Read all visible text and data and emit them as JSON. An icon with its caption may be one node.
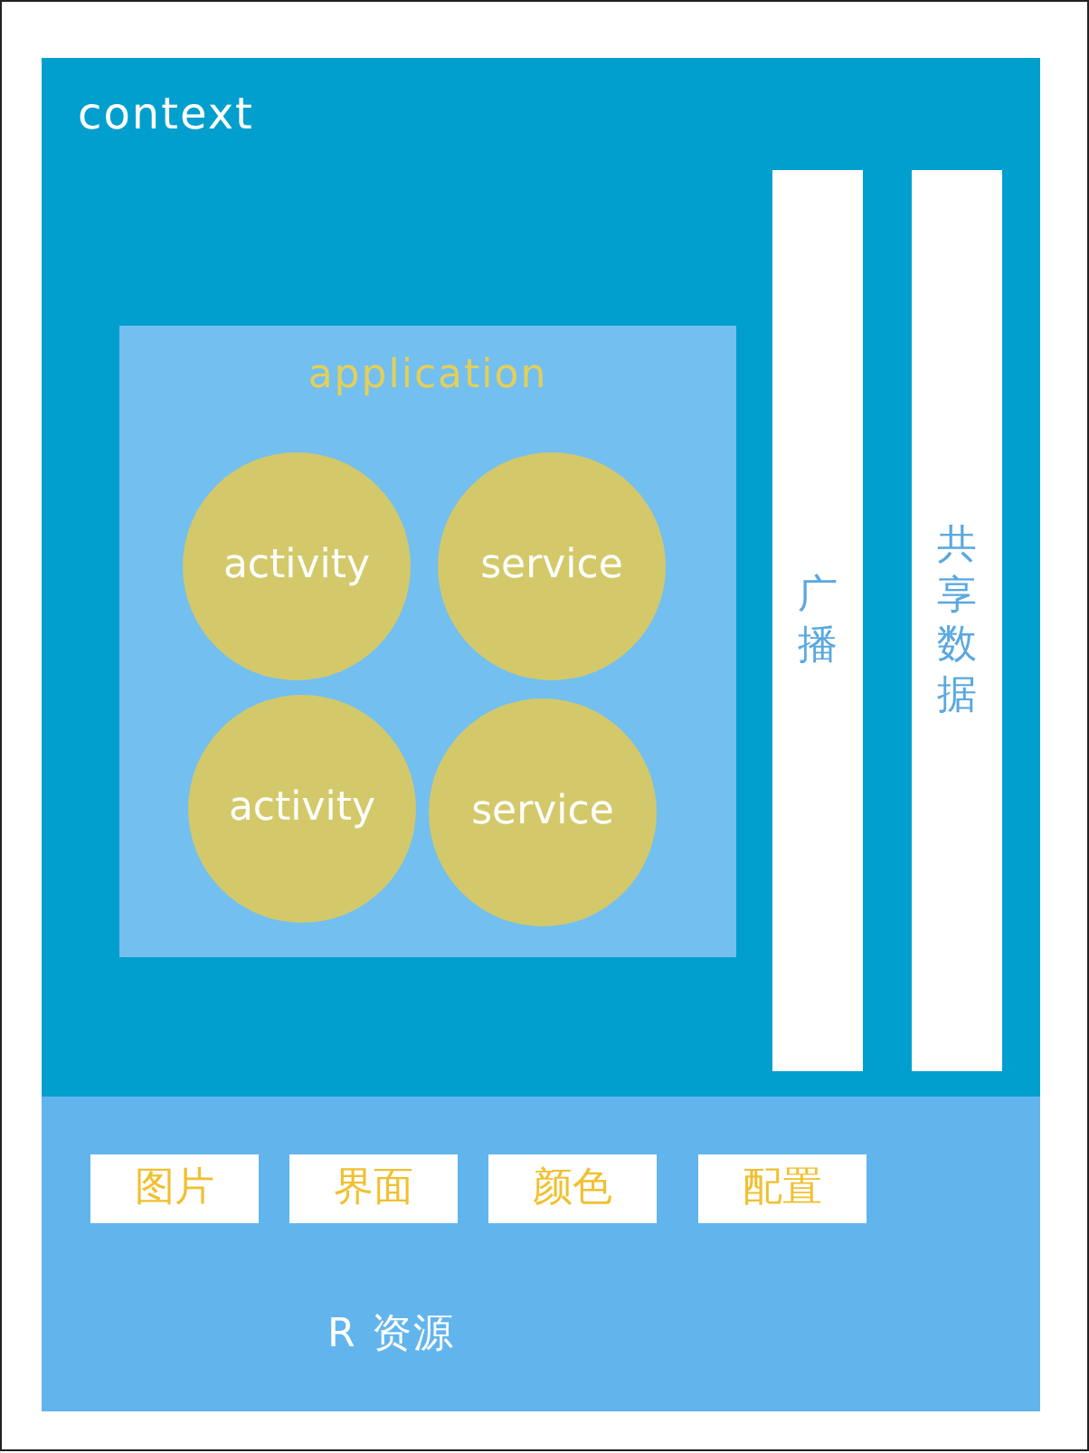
{
  "diagram": {
    "nodes": [
      {
        "text": [
          "context"
        ]
      },
      {
        "text": [
          "application"
        ],
        "in": 0
      },
      {
        "text": [
          "activity"
        ],
        "in": 1
      },
      {
        "text": [
          "service"
        ],
        "in": 1
      },
      {
        "text": [
          "activity"
        ],
        "in": 1
      },
      {
        "text": [
          "service"
        ],
        "in": 1
      },
      {
        "text": [
          "广播"
        ],
        "in": 0
      },
      {
        "text": [
          "共享数据"
        ],
        "in": 0
      },
      {
        "text": [
          "R 资源"
        ]
      },
      {
        "text": [
          "图片"
        ],
        "in": 8
      },
      {
        "text": [
          "界面"
        ],
        "in": 8
      },
      {
        "text": [
          "颜色"
        ],
        "in": 8
      },
      {
        "text": [
          "配置"
        ],
        "in": 8
      }
    ]
  }
}
